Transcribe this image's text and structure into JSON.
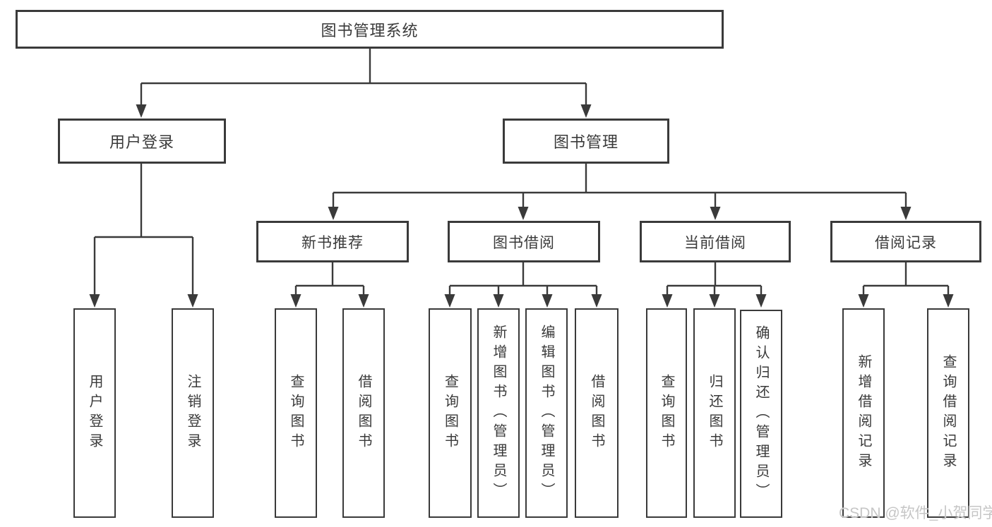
{
  "tree": {
    "root": {
      "label": "图书管理系统",
      "children": [
        {
          "label": "用户登录",
          "children": [
            {
              "label": "用户登录"
            },
            {
              "label": "注销登录"
            }
          ]
        },
        {
          "label": "图书管理",
          "children": [
            {
              "label": "新书推荐",
              "children": [
                {
                  "label": "查询图书"
                },
                {
                  "label": "借阅图书"
                }
              ]
            },
            {
              "label": "图书借阅",
              "children": [
                {
                  "label": "查询图书"
                },
                {
                  "label": "新增图书（管理员）"
                },
                {
                  "label": "编辑图书（管理员）"
                },
                {
                  "label": "借阅图书"
                }
              ]
            },
            {
              "label": "当前借阅",
              "children": [
                {
                  "label": "查询图书"
                },
                {
                  "label": "归还图书"
                },
                {
                  "label": "确认归还（管理员）"
                }
              ]
            },
            {
              "label": "借阅记录",
              "children": [
                {
                  "label": "新增借阅记录"
                },
                {
                  "label": "查询借阅记录"
                }
              ]
            }
          ]
        }
      ]
    }
  },
  "watermark": {
    "text": "CSDN @软件_小贺同学"
  },
  "colors": {
    "line": "#3a3a3a",
    "text": "#3a3a3a",
    "background": "#ffffff",
    "watermark": "#c6c6c6"
  }
}
